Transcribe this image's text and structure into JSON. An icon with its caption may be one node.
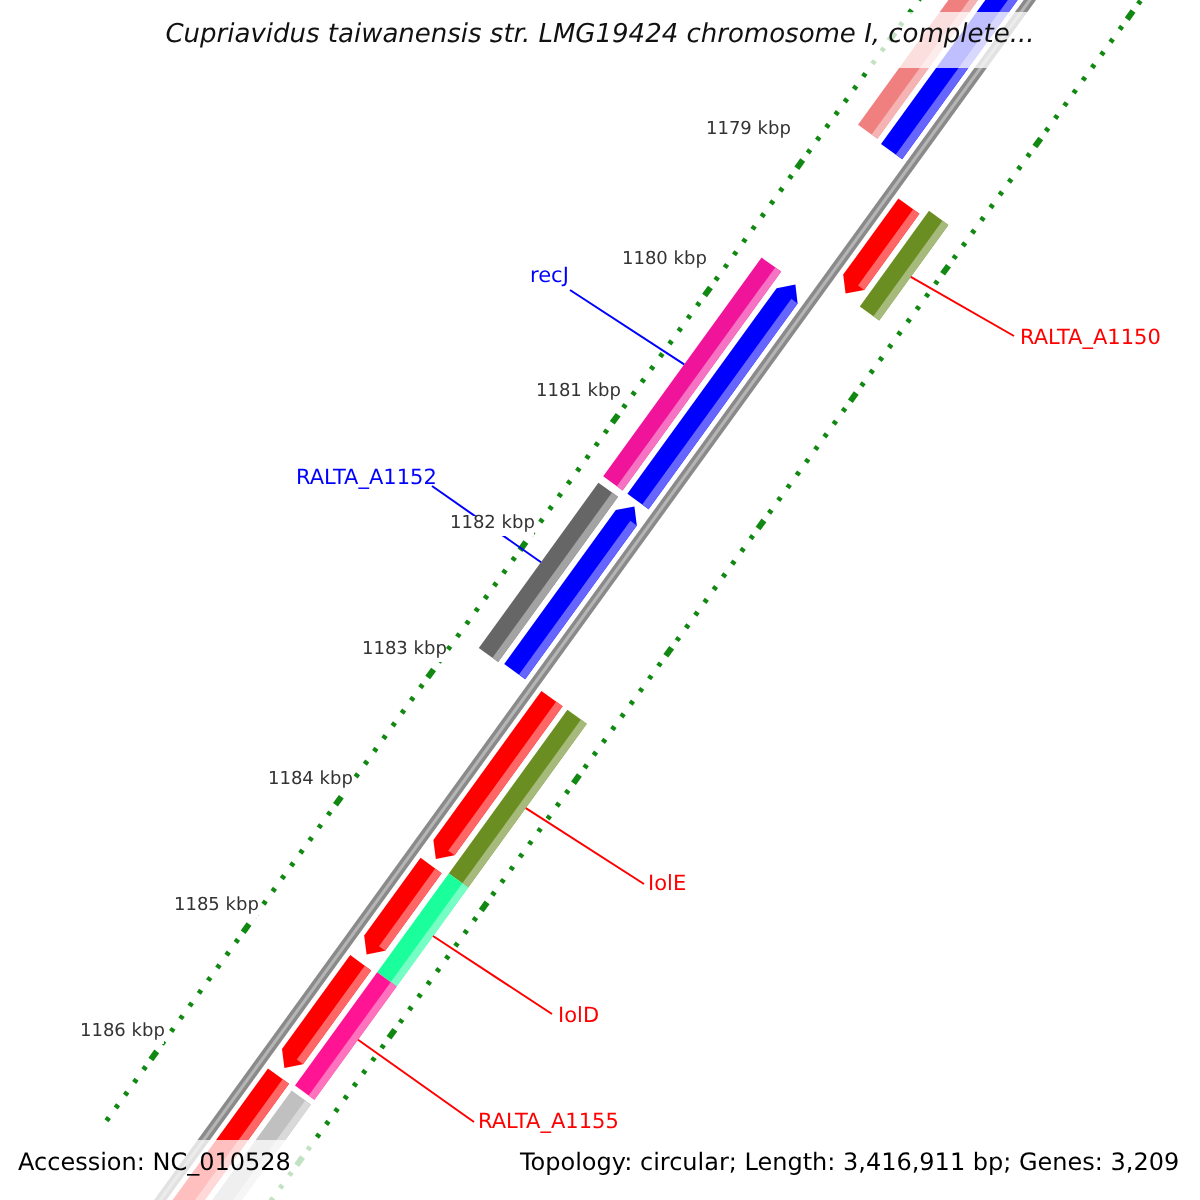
{
  "diagram": {
    "title": "Cupriavidus taiwanensis str. LMG19424 chromosome I, complete...",
    "nodes": [
      {
        "text": [
          "recJ"
        ]
      },
      {
        "text": [
          "RALTA_A1150"
        ]
      },
      {
        "text": [
          "RALTA_A1152"
        ]
      },
      {
        "text": [
          "IolE"
        ]
      },
      {
        "text": [
          "IolD"
        ]
      },
      {
        "text": [
          "RALTA_A1155"
        ]
      },
      {
        "text": [],
        "shape": "bar"
      },
      {
        "text": [],
        "shape": "bar"
      },
      {
        "text": [],
        "shape": "bar"
      },
      {
        "text": [],
        "shape": "bar"
      },
      {
        "text": [],
        "shape": "bar"
      },
      {
        "text": [],
        "shape": "bar"
      }
    ],
    "edges": [
      {
        "from": 0,
        "to": 7,
        "arrow": "none",
        "color": "#0000ff"
      },
      {
        "from": 1,
        "to": 6,
        "arrow": "none"
      },
      {
        "from": 2,
        "to": 8,
        "arrow": "none",
        "color": "#0000ff"
      },
      {
        "from": 3,
        "to": 9,
        "arrow": "none"
      },
      {
        "from": 4,
        "to": 10,
        "arrow": "none"
      },
      {
        "from": 5,
        "to": 11,
        "arrow": "none"
      }
    ],
    "labels": [
      "1179 kbp",
      "1180 kbp",
      "1181 kbp",
      "1182 kbp",
      "1183 kbp",
      "1184 kbp",
      "1185 kbp",
      "1186 kbp",
      "Accession: NC_010528",
      "Topology: circular; Length: 3,416,911 bp; Genes: 3,209"
    ]
  }
}
